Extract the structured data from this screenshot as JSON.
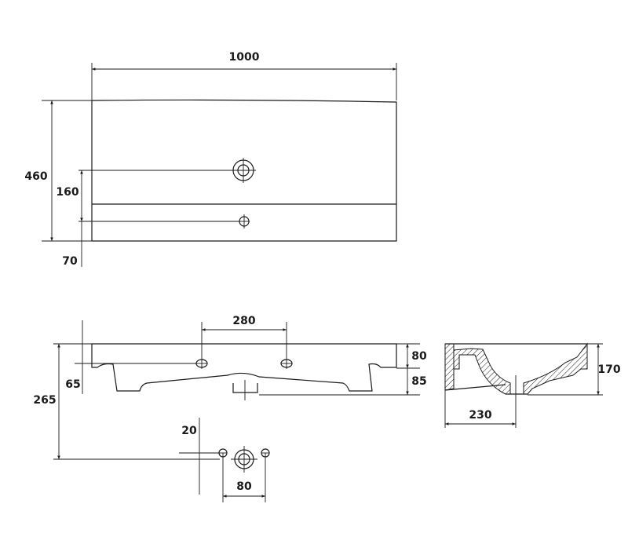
{
  "drawing": {
    "top_view": {
      "width_label": "1000",
      "depth_label": "460",
      "tap_hole_label": "160",
      "overflow_label": "70"
    },
    "front_view": {
      "tap_spacing_label": "280",
      "height_label": "265",
      "hole_offset_label": "65",
      "rim_label": "80",
      "bowl_label": "85",
      "hole_vertical_label": "20",
      "hole_spacing_label": "80"
    },
    "side_section": {
      "height_label": "170",
      "drain_offset_label": "230"
    }
  }
}
